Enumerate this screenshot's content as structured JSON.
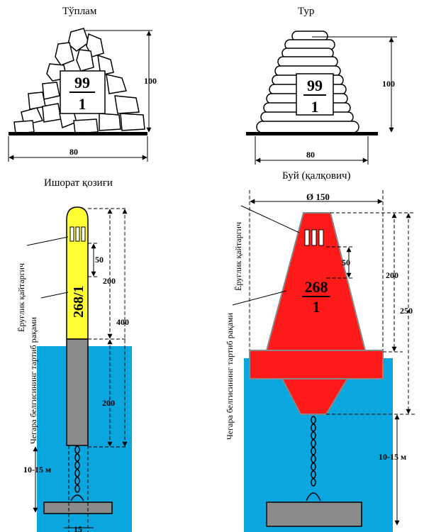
{
  "titles": {
    "tuplam": "Тўплам",
    "tur": "Тур",
    "ishorat": "Ишорат қозиғи",
    "buy": "Буй (қалқович)"
  },
  "tuplam": {
    "sign_top": "99",
    "sign_bottom": "1",
    "height": "100",
    "width": "80"
  },
  "tur": {
    "sign_top": "99",
    "sign_bottom": "1",
    "height": "100",
    "width": "80"
  },
  "pole": {
    "number": "268/1",
    "dim_50": "50",
    "dim_200_top": "200",
    "dim_400": "400",
    "dim_200_bottom": "200",
    "depth": "10-15 м",
    "label_reflector": "Ёруғлик қайтаргич",
    "label_number": "Чегара белгисининг тартиб рақами",
    "dim_bottom": "15"
  },
  "buoy": {
    "diameter": "Ø 150",
    "number_top": "268",
    "number_bottom": "1",
    "dim_50": "50",
    "dim_200": "200",
    "dim_250": "250",
    "depth": "10-15 м",
    "label_reflector": "Ёруғлик қайтаргич",
    "label_number": "Чегара белгисининг тартиб рақами"
  },
  "colors": {
    "water": "#0aa6e0",
    "pole_yellow": "#ffff33",
    "pole_grey": "#8a8a8a",
    "buoy_red": "#ff1a1a",
    "anchor_grey": "#8a8a8a"
  }
}
